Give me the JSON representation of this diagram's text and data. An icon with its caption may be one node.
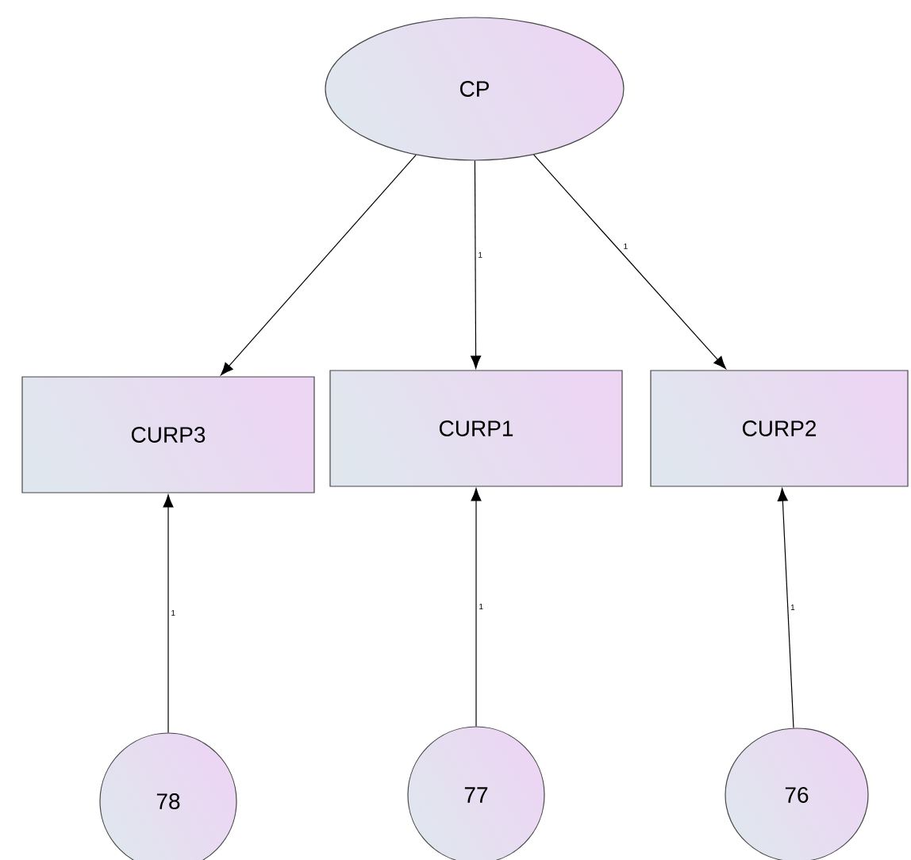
{
  "diagram": {
    "nodes": [
      {
        "text": [
          "CP"
        ]
      },
      {
        "text": [
          "CURP3"
        ]
      },
      {
        "text": [
          "CURP1"
        ]
      },
      {
        "text": [
          "CURP2"
        ]
      },
      {
        "text": [
          "78"
        ]
      },
      {
        "text": [
          "77"
        ]
      },
      {
        "text": [
          "76"
        ]
      }
    ],
    "edges": [
      {
        "from": 0,
        "to": 1,
        "arrow": "to"
      },
      {
        "from": 0,
        "to": 2,
        "arrow": "to",
        "label": "1"
      },
      {
        "from": 0,
        "to": 3,
        "arrow": "to",
        "label": "1"
      },
      {
        "from": 4,
        "to": 1,
        "arrow": "to",
        "label": "1"
      },
      {
        "from": 5,
        "to": 2,
        "arrow": "to",
        "label": "1"
      },
      {
        "from": 6,
        "to": 3,
        "arrow": "to",
        "label": "1"
      }
    ]
  }
}
